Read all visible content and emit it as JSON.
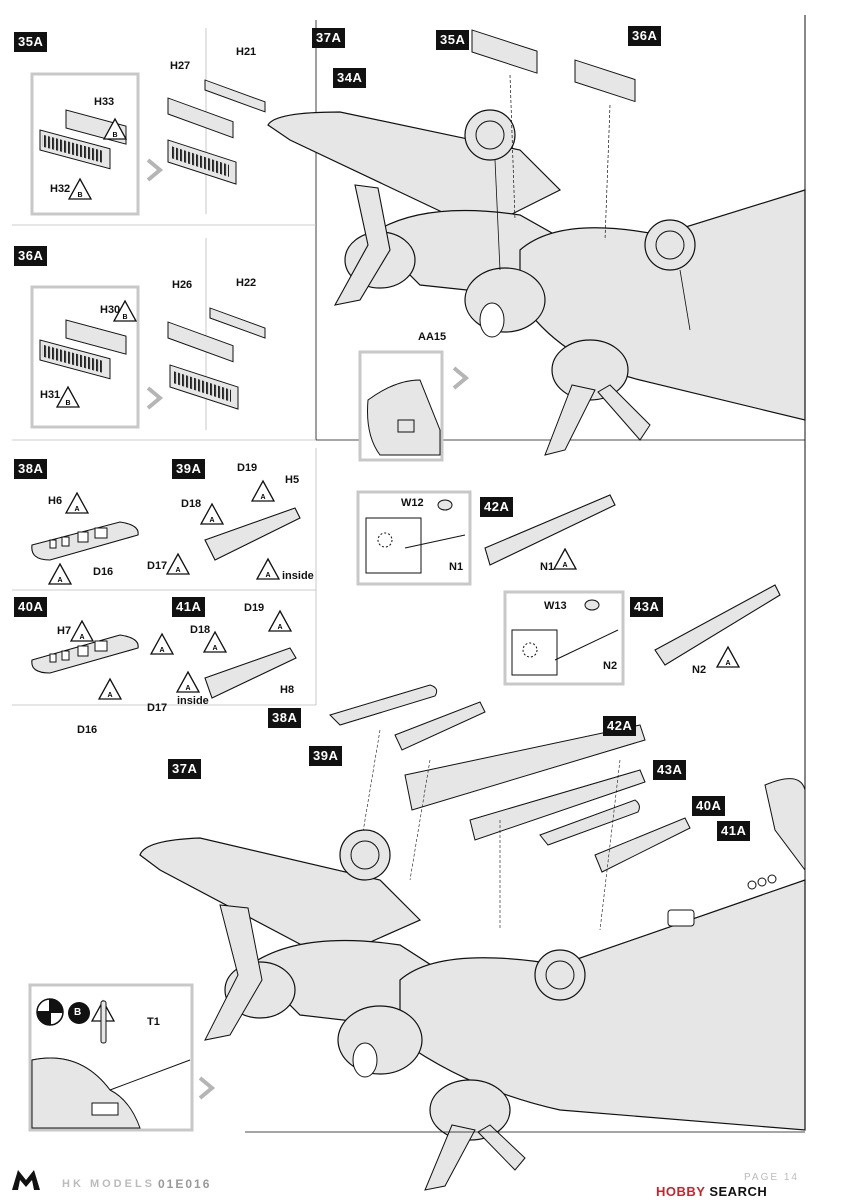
{
  "steps": {
    "s35a": "35A",
    "s36a": "36A",
    "s37a_top": "37A",
    "s34a": "34A",
    "s35a_b": "35A",
    "s36a_b": "36A",
    "s38a": "38A",
    "s39a": "39A",
    "s40a": "40A",
    "s41a": "41A",
    "s42a": "42A",
    "s43a": "43A",
    "s37a_bot": "37A",
    "c38a": "38A",
    "c39a": "39A",
    "c42a": "42A",
    "c43a": "43A",
    "c40a": "40A",
    "c41a": "41A"
  },
  "parts": {
    "h33": "H33",
    "h32": "H32",
    "h27": "H27",
    "h21": "H21",
    "h30": "H30",
    "h31": "H31",
    "h26": "H26",
    "h22": "H22",
    "aa15": "AA15",
    "h6": "H6",
    "d16a": "D16",
    "d19a": "D19",
    "h5": "H5",
    "d18a": "D18",
    "d17a": "D17",
    "w12": "W12",
    "n1a": "N1",
    "n1b": "N1",
    "h7": "H7",
    "d18b": "D18",
    "d19b": "D19",
    "h8": "H8",
    "d17b": "D17",
    "d16b": "D16",
    "w13": "W13",
    "n2a": "N2",
    "n2b": "N2",
    "t1": "T1"
  },
  "glue_marks": {
    "a": "A",
    "b": "B"
  },
  "notes": {
    "inside1": "inside",
    "inside2": "inside"
  },
  "footer": {
    "brand": "HK MODELS",
    "code": "01E016",
    "page": "PAGE 14",
    "search_hobby": "HOBBY",
    "search_word": "SEARCH"
  },
  "colors": {
    "ink": "#111111",
    "fill": "#e6e6e6",
    "frame": "#c8c8c8",
    "arrow": "#b5b5b5"
  }
}
